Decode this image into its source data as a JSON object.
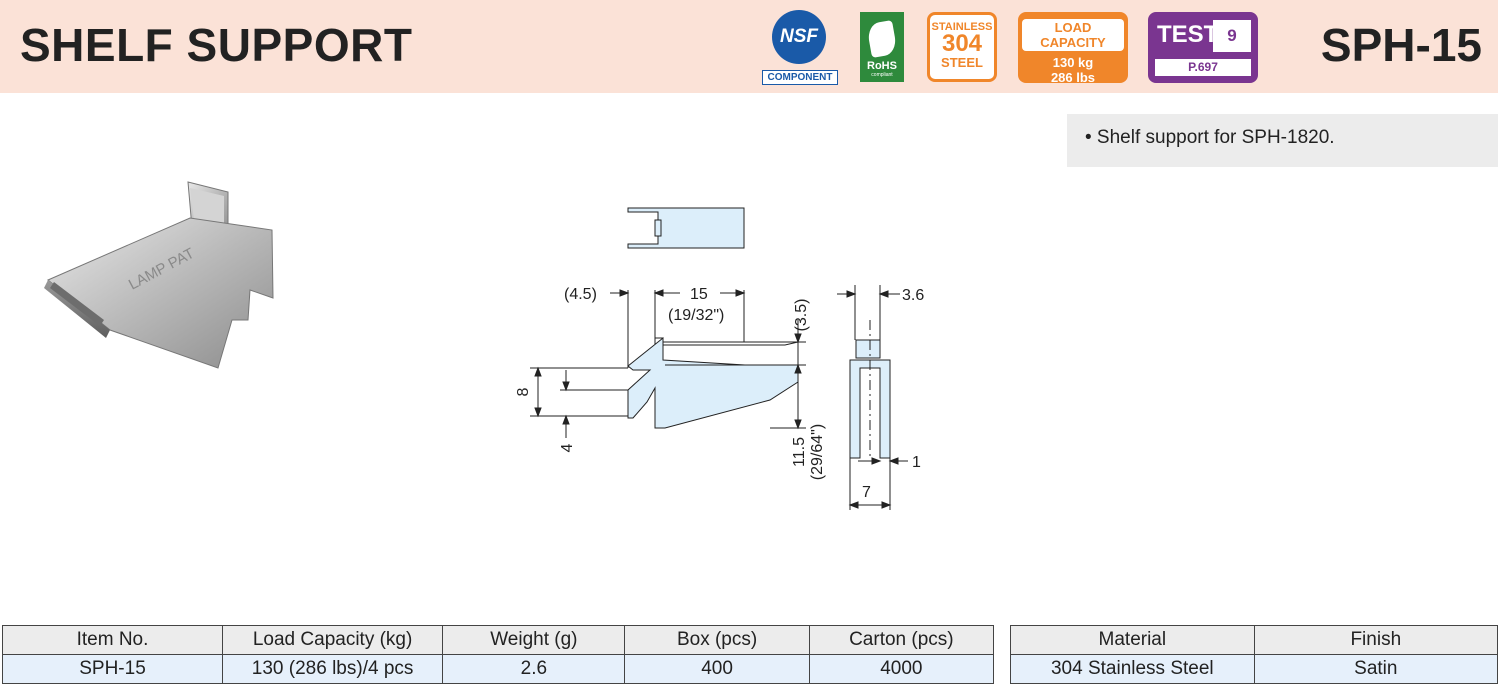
{
  "header": {
    "title": "SHELF SUPPORT",
    "model_code": "SPH-15",
    "background_color": "#fbe2d7"
  },
  "badges": {
    "nsf": {
      "label": "NSF",
      "sub": "COMPONENT",
      "color": "#1a5aa8"
    },
    "rohs": {
      "label": "RoHS",
      "sub": "compliant",
      "color": "#2e8a3c"
    },
    "steel": {
      "line1": "STAINLESS",
      "line2": "304",
      "line3": "STEEL",
      "color": "#f0862a"
    },
    "load_capacity": {
      "label": "LOAD CAPACITY",
      "kg": "130 kg",
      "lbs": "286 lbs",
      "color": "#f0862a"
    },
    "test": {
      "label": "TEST",
      "number": "9",
      "page": "P.697",
      "color": "#7a3590"
    }
  },
  "note": "• Shelf support for SPH-1820.",
  "photo": {
    "engraving": "LAMP PAT"
  },
  "drawing": {
    "dim_4_5": "(4.5)",
    "dim_15": "15",
    "dim_15_inch": "(19/32\")",
    "dim_3_5": "(3.5)",
    "dim_3_6": "3.6",
    "dim_8": "8",
    "dim_4": "4",
    "dim_11_5": "11.5",
    "dim_11_5_inch": "(29/64\")",
    "dim_1": "1",
    "dim_7": "7"
  },
  "spec_table": {
    "headers": [
      "Item No.",
      "Load Capacity (kg)",
      "Weight (g)",
      "Box (pcs)",
      "Carton (pcs)"
    ],
    "row": [
      "SPH-15",
      "130 (286 lbs)/4 pcs",
      "2.6",
      "400",
      "4000"
    ]
  },
  "material_table": {
    "headers": [
      "Material",
      "Finish"
    ],
    "row": [
      "304 Stainless Steel",
      "Satin"
    ]
  }
}
